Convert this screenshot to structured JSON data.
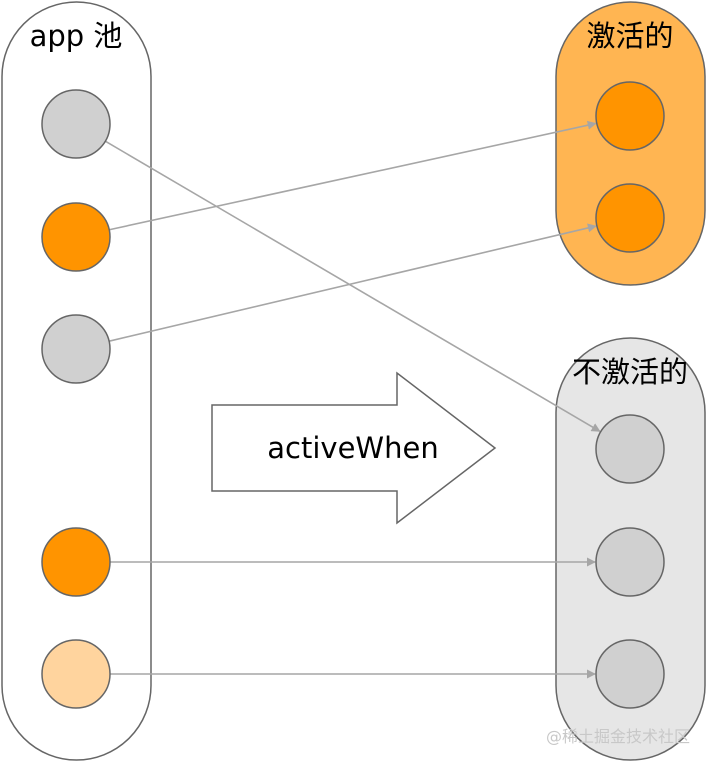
{
  "diagram": {
    "pool_label": "app 池",
    "active_label": "激活的",
    "inactive_label": "不激活的",
    "arrow_label": "activeWhen",
    "watermark": "@稀土掘金技术社区"
  },
  "colors": {
    "container_stroke": "#666666",
    "pool_fill": "#ffffff",
    "active_fill": "#ffb552",
    "inactive_fill": "#e6e6e6",
    "node_gray": "#d0d0d0",
    "node_orange": "#ff9400",
    "node_light_orange": "#ffd49e",
    "node_stroke": "#666666",
    "connector": "#a6a6a6"
  },
  "pool_nodes": [
    "gray",
    "orange",
    "gray",
    "orange",
    "light-orange"
  ],
  "active_nodes": [
    "orange",
    "orange"
  ],
  "inactive_nodes": [
    "gray",
    "gray",
    "gray"
  ],
  "connections": [
    {
      "from": "pool-1",
      "to": "inactive-1"
    },
    {
      "from": "pool-2",
      "to": "active-1"
    },
    {
      "from": "pool-3",
      "to": "active-2"
    },
    {
      "from": "pool-4",
      "to": "inactive-2"
    },
    {
      "from": "pool-5",
      "to": "inactive-3"
    }
  ]
}
